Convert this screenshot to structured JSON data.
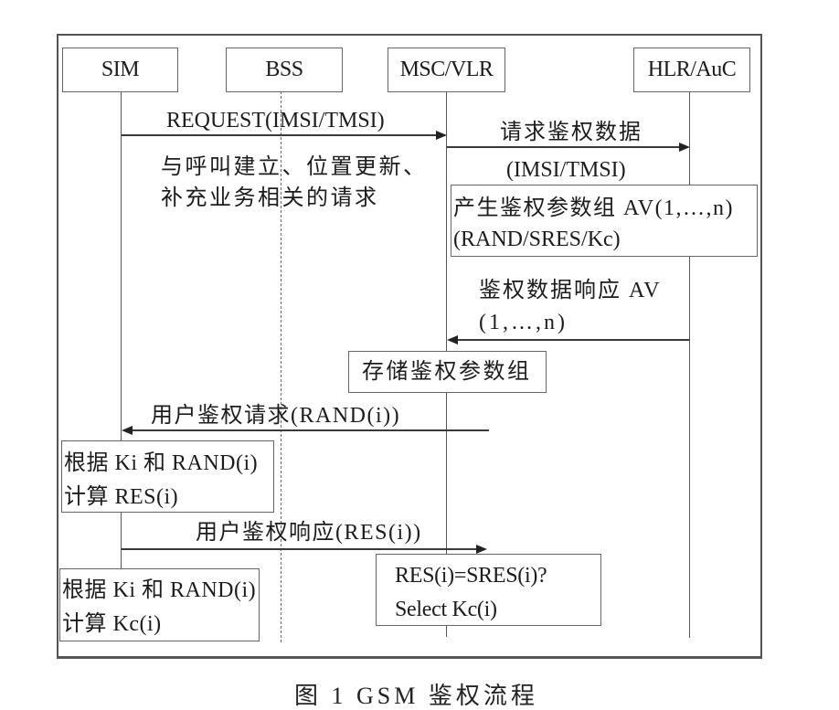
{
  "diagram": {
    "actors": [
      {
        "id": "sim",
        "label": "SIM"
      },
      {
        "id": "bss",
        "label": "BSS"
      },
      {
        "id": "msc",
        "label": "MSC/VLR"
      },
      {
        "id": "hlr",
        "label": "HLR/AuC"
      }
    ],
    "messages": {
      "request": {
        "label": "REQUEST(IMSI/TMSI)",
        "from": "SIM",
        "to": "MSC/VLR"
      },
      "request_note": [
        "与呼叫建立、位置更新、",
        "补充业务相关的请求"
      ],
      "auth_data_request": {
        "label": "请求鉴权数据",
        "label2": "(IMSI/TMSI)",
        "from": "MSC/VLR",
        "to": "HLR/AuC"
      },
      "auth_data_response": {
        "label": "鉴权数据响应 AV",
        "label2": "(1,…,n)",
        "from": "HLR/AuC",
        "to": "MSC/VLR"
      },
      "user_auth_request": {
        "label": "用户鉴权请求(RAND(i))",
        "from": "MSC/VLR",
        "to": "SIM"
      },
      "user_auth_response": {
        "label": "用户鉴权响应(RES(i))",
        "from": "SIM",
        "to": "MSC/VLR"
      }
    },
    "boxes": {
      "generate_av": [
        "产生鉴权参数组 AV(1,…,n)",
        "(RAND/SRES/Kc)"
      ],
      "store_av": [
        "存储鉴权参数组"
      ],
      "compute_res": [
        "根据 Ki 和 RAND(i)",
        "计算 RES(i)"
      ],
      "compute_kc": [
        "根据 Ki 和 RAND(i)",
        "计算 Kc(i)"
      ],
      "compare": [
        "RES(i)=SRES(i)?",
        "Select Kc(i)"
      ]
    },
    "caption": "图 1  GSM 鉴权流程"
  }
}
